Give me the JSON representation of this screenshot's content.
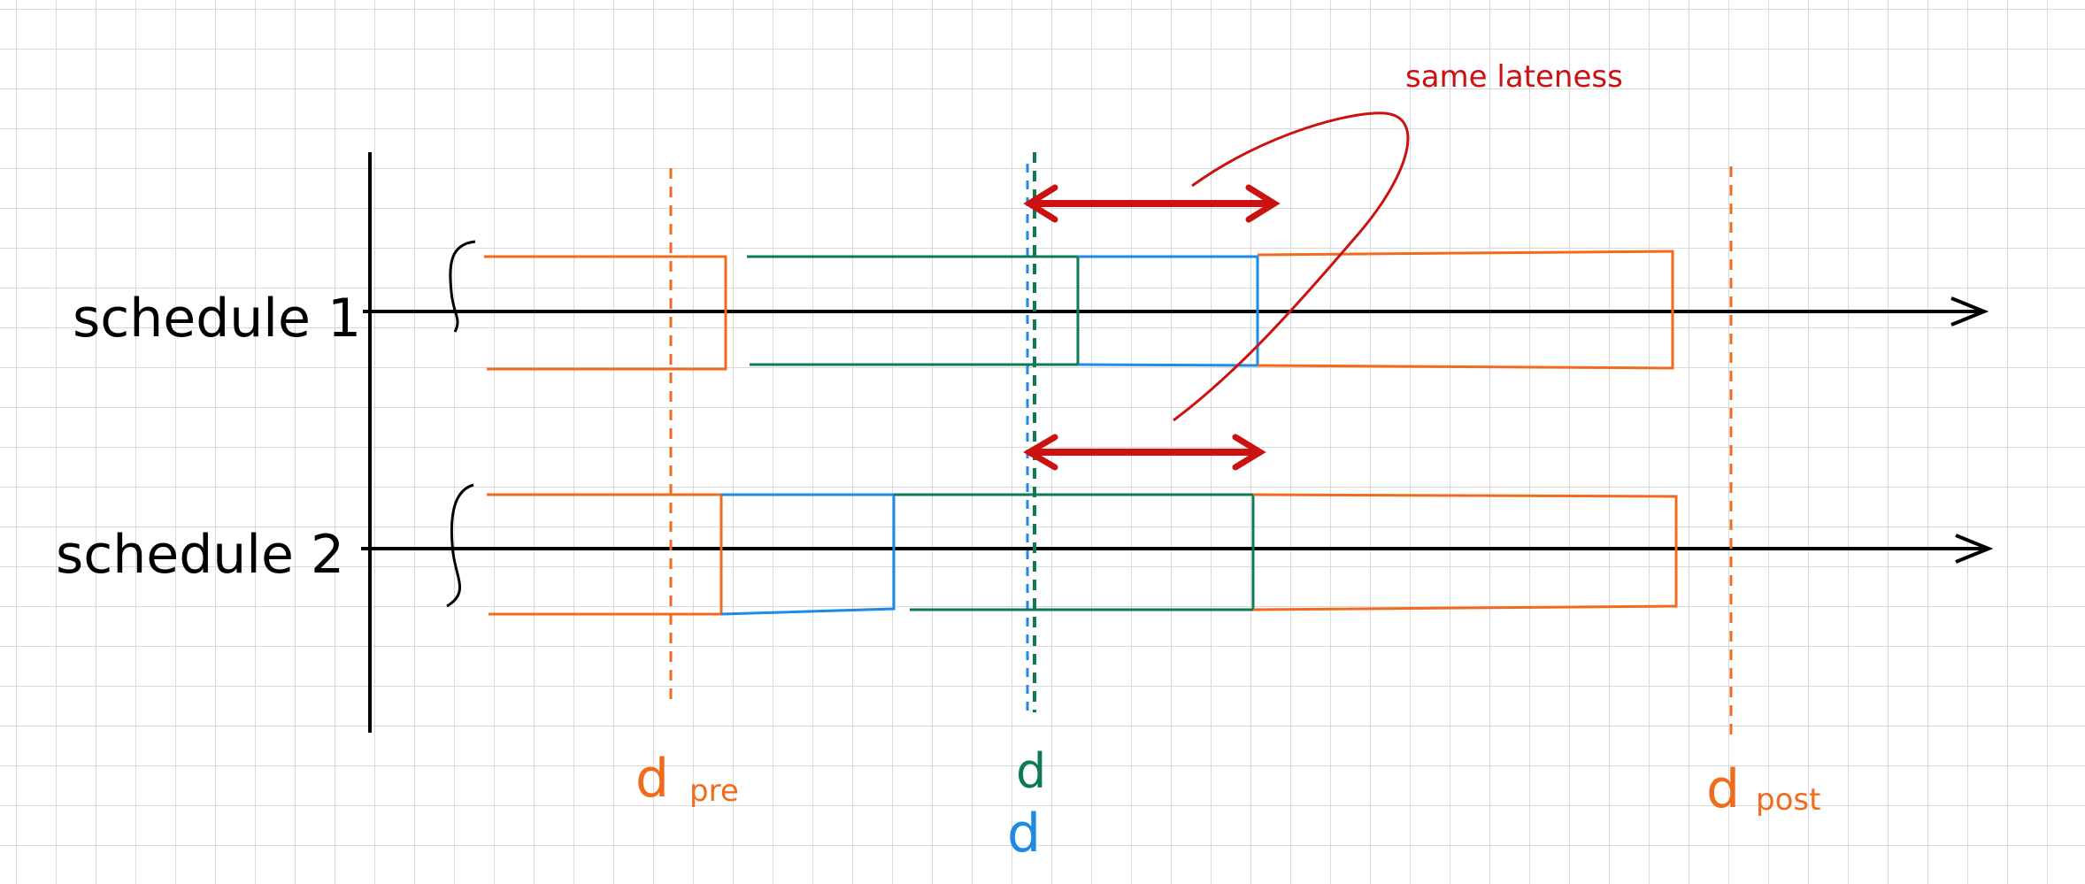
{
  "rows": [
    {
      "label": "schedule 1"
    },
    {
      "label": "schedule 2"
    }
  ],
  "annotation": {
    "text": "same lateness"
  },
  "deadlines": {
    "pre": {
      "main": "d",
      "sub": "pre"
    },
    "post": {
      "main": "d",
      "sub": "post"
    },
    "green": {
      "main": "d"
    },
    "blue": {
      "main": "d"
    }
  },
  "colors": {
    "grid": "#d9d9d9",
    "axis": "#000000",
    "orange": "#f26b1d",
    "green": "#0e7a55",
    "blue": "#1f8ae6",
    "red": "#cc1111"
  }
}
